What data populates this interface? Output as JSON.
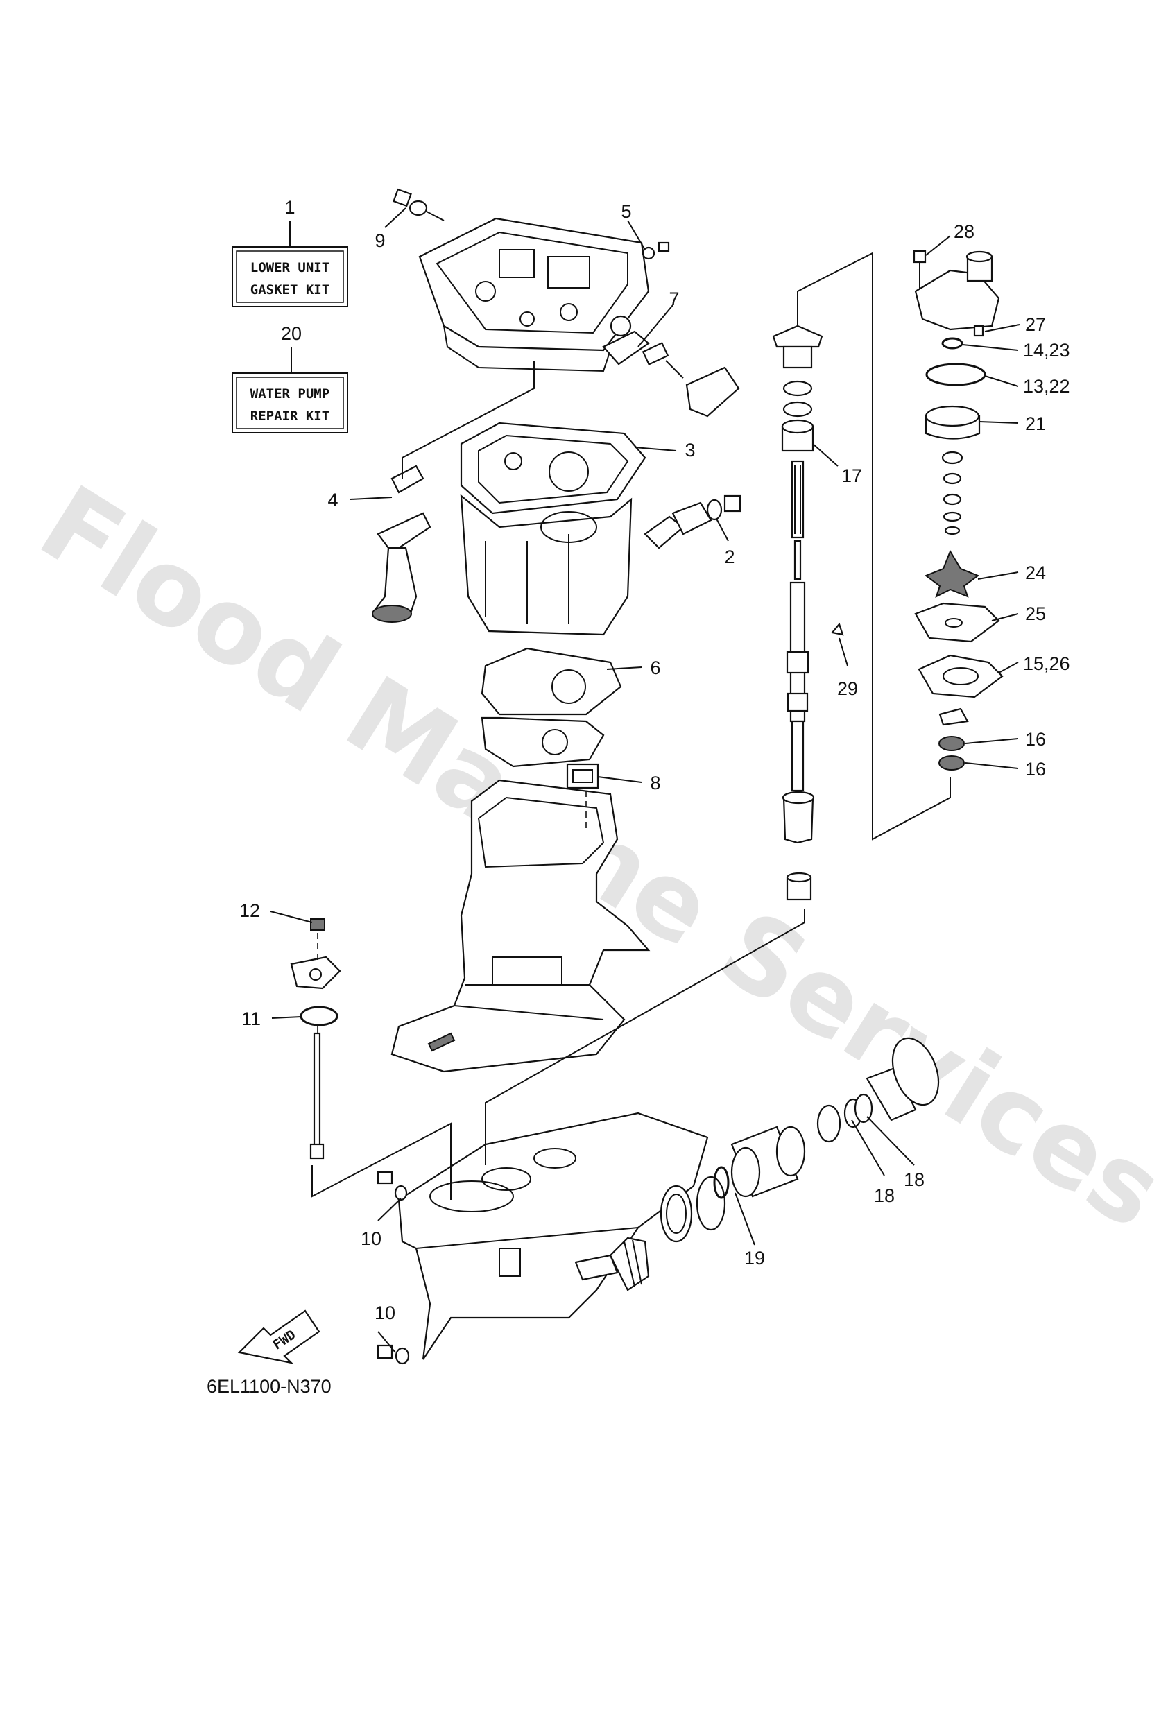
{
  "diagram": {
    "watermark": "Flood Marine Services",
    "code": "6EL1100-N370",
    "fwd_label": "FWD",
    "kits": [
      {
        "num": "1",
        "lines": [
          "LOWER UNIT",
          "GASKET KIT"
        ]
      },
      {
        "num": "20",
        "lines": [
          "WATER PUMP",
          "REPAIR KIT"
        ]
      }
    ],
    "callouts": [
      {
        "id": "c9",
        "label": "9"
      },
      {
        "id": "c5",
        "label": "5"
      },
      {
        "id": "c7",
        "label": "7"
      },
      {
        "id": "c3",
        "label": "3"
      },
      {
        "id": "c4",
        "label": "4"
      },
      {
        "id": "c2",
        "label": "2"
      },
      {
        "id": "c6",
        "label": "6"
      },
      {
        "id": "c8",
        "label": "8"
      },
      {
        "id": "c12",
        "label": "12"
      },
      {
        "id": "c11",
        "label": "11"
      },
      {
        "id": "c10a",
        "label": "10"
      },
      {
        "id": "c10b",
        "label": "10"
      },
      {
        "id": "c17",
        "label": "17"
      },
      {
        "id": "c29",
        "label": "29"
      },
      {
        "id": "c28",
        "label": "28"
      },
      {
        "id": "c27",
        "label": "27"
      },
      {
        "id": "c1423",
        "label": "14,23"
      },
      {
        "id": "c1322",
        "label": "13,22"
      },
      {
        "id": "c21",
        "label": "21"
      },
      {
        "id": "c24",
        "label": "24"
      },
      {
        "id": "c25",
        "label": "25"
      },
      {
        "id": "c1526",
        "label": "15,26"
      },
      {
        "id": "c16a",
        "label": "16"
      },
      {
        "id": "c16b",
        "label": "16"
      },
      {
        "id": "c18a",
        "label": "18"
      },
      {
        "id": "c18b",
        "label": "18"
      },
      {
        "id": "c19",
        "label": "19"
      }
    ]
  }
}
